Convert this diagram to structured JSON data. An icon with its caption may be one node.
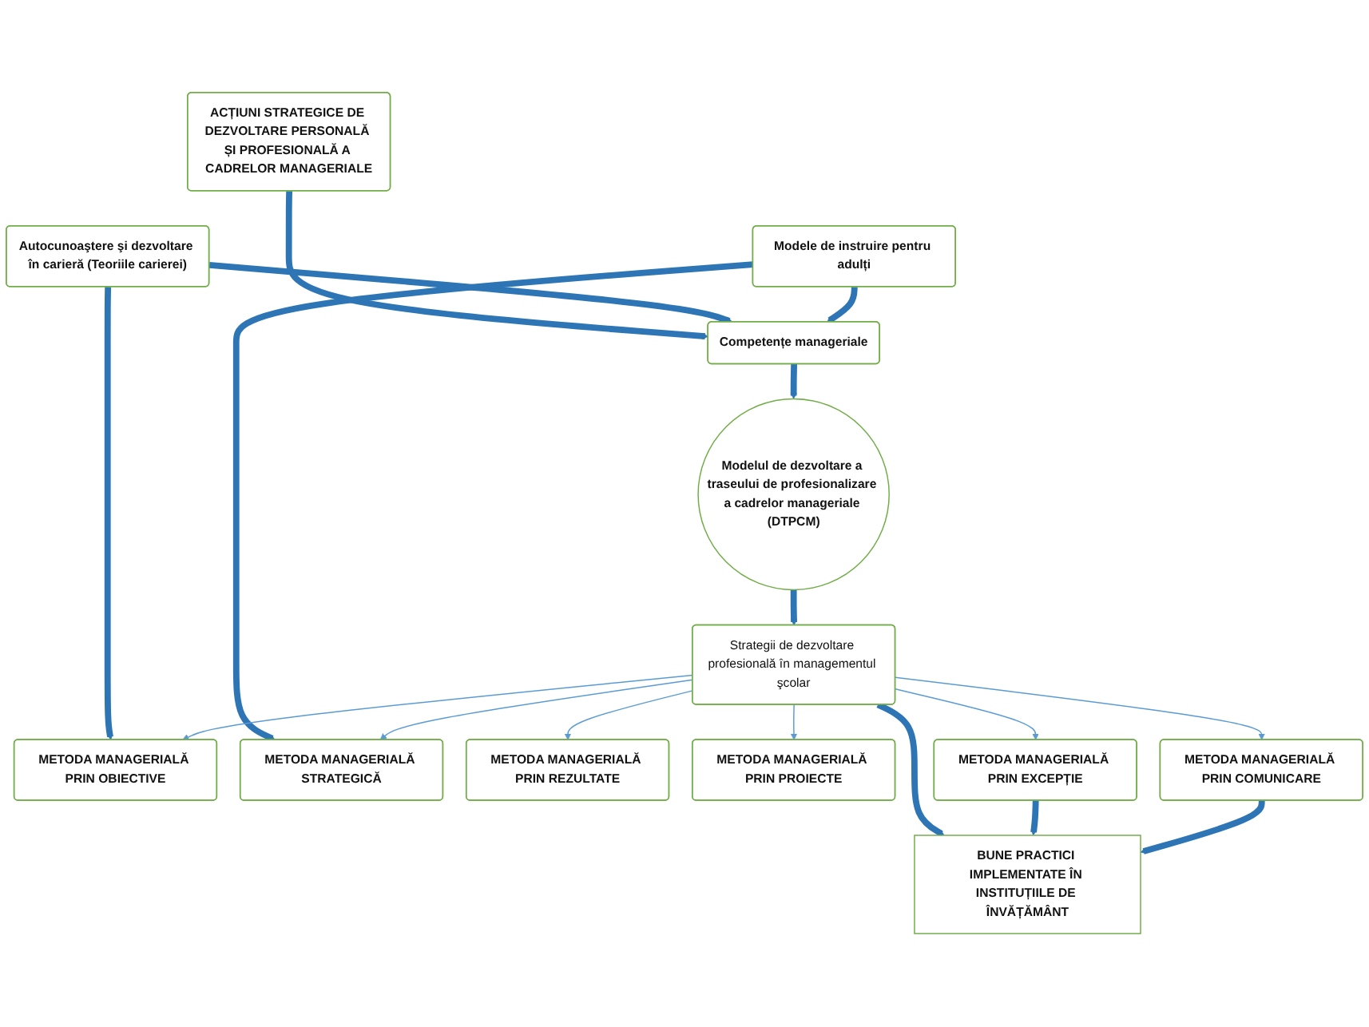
{
  "diagram": {
    "nodes": [
      {
        "text": [
          "ACȚIUNI STRATEGICE DE DEZVOLTARE PERSONALĂ ȘI PROFESIONALĂ A CADRELOR MANAGERIALE"
        ]
      },
      {
        "text": [
          "Autocunoaştere şi dezvoltare în carieră (Teoriile carierei)"
        ]
      },
      {
        "text": [
          "Competențe manageriale"
        ]
      },
      {
        "text": [
          "Modele de instruire pentru adulți"
        ]
      },
      {
        "text": [
          "Modelul de dezvoltare a traseului de profesionalizare a cadrelor manageriale (DTPCM)"
        ]
      },
      {
        "text": [
          "METODA MANAGERIALĂ PRIN OBIECTIVE"
        ]
      },
      {
        "text": [
          "METODA MANAGERIALĂ STRATEGICĂ"
        ]
      },
      {
        "text": [
          "METODA MANAGERIALĂ PRIN REZULTATE"
        ]
      },
      {
        "text": [
          "Strategii de dezvoltare profesională în managementul şcolar"
        ]
      },
      {
        "text": [
          "METODA MANAGERIALĂ PRIN PROIECTE"
        ]
      },
      {
        "text": [
          "METODA MANAGERIALĂ PRIN EXCEPȚIE"
        ]
      },
      {
        "text": [
          "METODA MANAGERIALĂ PRIN COMUNICARE"
        ]
      },
      {
        "text": [
          "BUNE PRACTICI IMPLEMENTATE ÎN INSTITUȚIILE DE ÎNVĂȚĂMÂNT"
        ]
      }
    ],
    "edges": [
      {
        "from": 0,
        "to": 2,
        "arrow": "to"
      },
      {
        "from": 1,
        "to": 2,
        "arrow": "to"
      },
      {
        "from": 3,
        "to": 2,
        "arrow": "to"
      },
      {
        "from": 2,
        "to": 4,
        "arrow": "to"
      },
      {
        "from": 1,
        "to": 5,
        "arrow": "to"
      },
      {
        "from": 3,
        "to": 6,
        "arrow": "to"
      },
      {
        "from": 4,
        "to": 8,
        "arrow": "to"
      },
      {
        "from": 8,
        "to": 5,
        "arrow": "to",
        "color": "#5b9bd5"
      },
      {
        "from": 8,
        "to": 7,
        "arrow": "to",
        "color": "#5b9bd5"
      },
      {
        "from": 8,
        "to": 10,
        "arrow": "to",
        "color": "#5b9bd5"
      },
      {
        "from": 8,
        "to": 6,
        "arrow": "to",
        "color": "#5b9bd5"
      },
      {
        "from": 8,
        "to": 9,
        "arrow": "to",
        "color": "#5b9bd5"
      },
      {
        "from": 8,
        "to": 11,
        "arrow": "to",
        "color": "#5b9bd5"
      },
      {
        "from": 8,
        "to": 12,
        "arrow": "to"
      },
      {
        "from": 10,
        "to": 12,
        "arrow": "to"
      },
      {
        "from": 11,
        "to": 12,
        "arrow": "to"
      }
    ]
  }
}
